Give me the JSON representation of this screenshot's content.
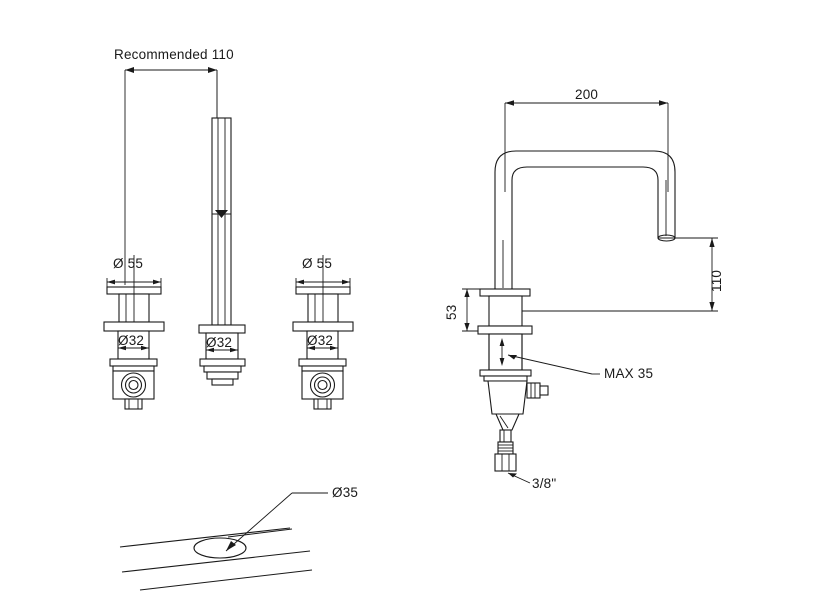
{
  "drawing": {
    "title": "3-hole deck mounted mixer tap installation drawing",
    "background_color": "#ffffff",
    "line_color": "#1a1a1a",
    "units": "mm"
  },
  "dimensions": {
    "recommended_spacing": "Recommended 110",
    "handle_cap_diameter_left": "Ø 55",
    "handle_cap_diameter_right": "Ø 55",
    "shank_diameter_left": "Ø32",
    "shank_diameter_center": "Ø32",
    "shank_diameter_right": "Ø32",
    "spout_reach": "200",
    "spout_height": "110",
    "body_height": "53",
    "max_thickness": "MAX 35",
    "supply_connection": "3/8\"",
    "mounting_hole_diameter": "Ø35"
  },
  "views": {
    "front_view_label": "",
    "side_view_label": "",
    "countertop_detail_label": ""
  },
  "annotations": [
    {
      "name": "recommended-spacing",
      "text": "Recommended 110"
    },
    {
      "name": "cap-diameter-left",
      "text": "Ø 55"
    },
    {
      "name": "cap-diameter-right",
      "text": "Ø 55"
    },
    {
      "name": "shank-diameter-left",
      "text": "Ø32"
    },
    {
      "name": "shank-diameter-center",
      "text": "Ø32"
    },
    {
      "name": "shank-diameter-right",
      "text": "Ø32"
    },
    {
      "name": "spout-reach",
      "text": "200"
    },
    {
      "name": "spout-height",
      "text": "110"
    },
    {
      "name": "body-height",
      "text": "53"
    },
    {
      "name": "max-deck-thickness",
      "text": "MAX 35"
    },
    {
      "name": "supply-thread",
      "text": "3/8\""
    },
    {
      "name": "mounting-hole",
      "text": "Ø35"
    }
  ]
}
